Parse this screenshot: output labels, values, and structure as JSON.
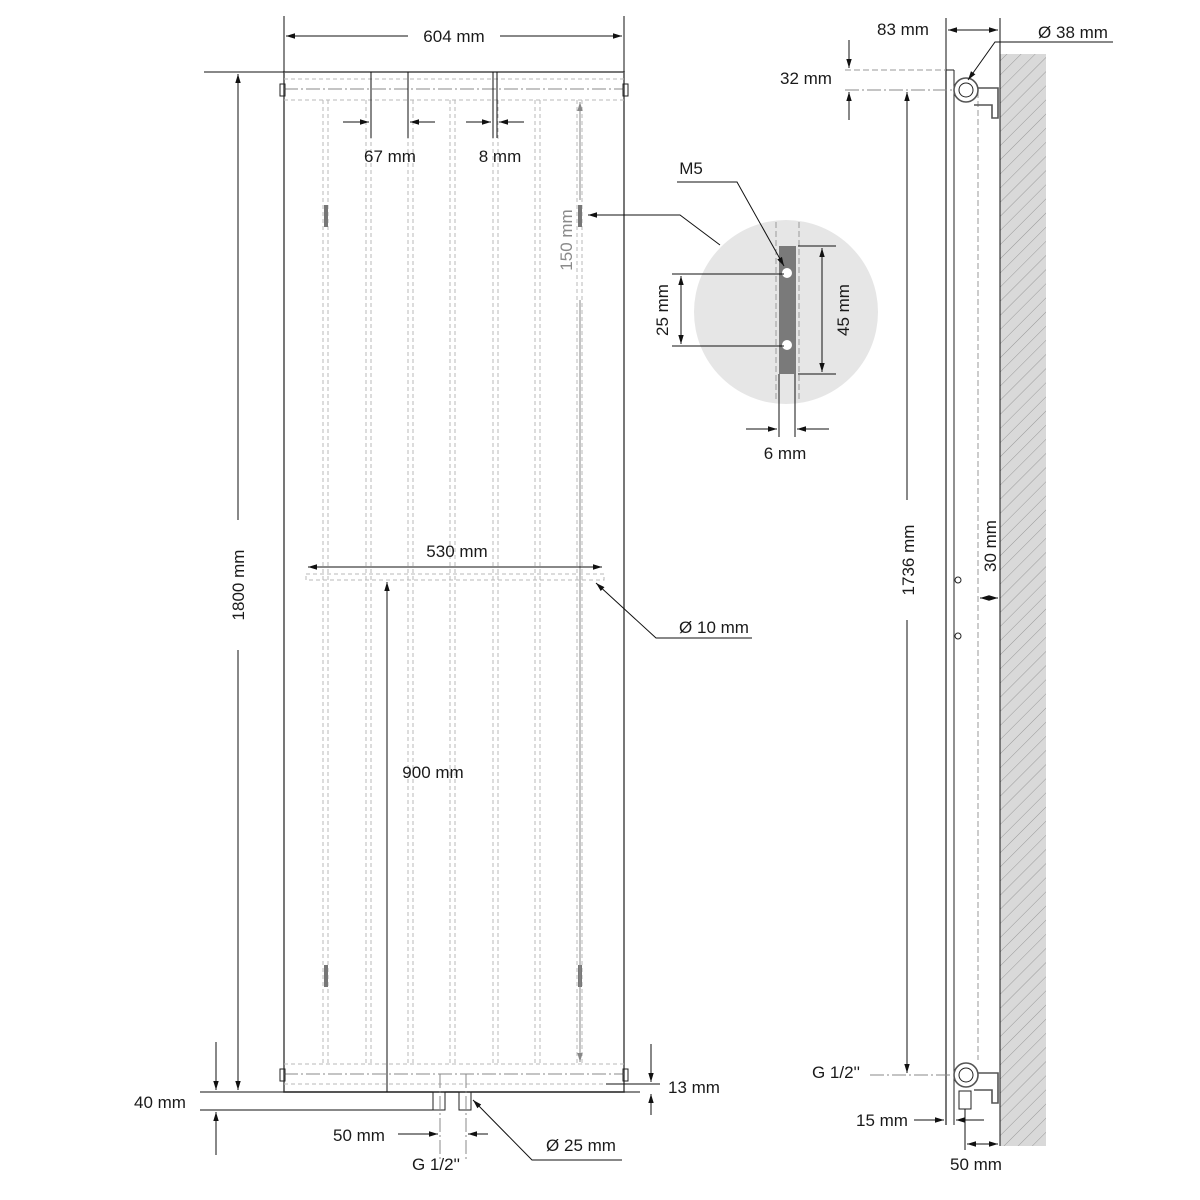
{
  "front_view": {
    "width_label": "604 mm",
    "height_label": "1800 mm",
    "tube_spacing_label": "67 mm",
    "gap_label": "8 mm",
    "bracket_offset_label": "150 mm",
    "rail_width_label": "530 mm",
    "rail_diameter_label": "Ø 10 mm",
    "rail_height_label": "900 mm",
    "bottom_offset_label": "13 mm",
    "floor_clearance_label": "40 mm",
    "connection_spacing_label": "50 mm",
    "connection_thread_label": "G 1/2''",
    "connection_diameter_label": "Ø 25 mm"
  },
  "detail_view": {
    "screw_label": "M5",
    "hole_spacing_label": "25 mm",
    "plate_height_label": "45 mm",
    "plate_width_label": "6 mm",
    "background_color": "#e6e6e6",
    "plate_color": "#7a7a7a"
  },
  "side_view": {
    "depth_label": "83 mm",
    "pipe_diameter_label": "Ø 38 mm",
    "top_offset_label": "32 mm",
    "center_height_label": "1736 mm",
    "wall_gap_label": "30 mm",
    "thread_label": "G 1/2''",
    "panel_thickness_label": "15 mm",
    "connection_depth_label": "50 mm",
    "wall_color": "#d9d9d9"
  }
}
